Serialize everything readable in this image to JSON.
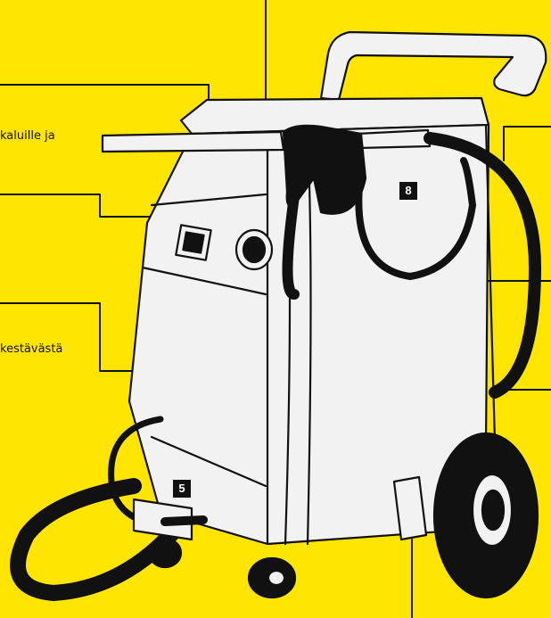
{
  "colors": {
    "background": "#FFE500",
    "machine": "#F2F2F2",
    "line": "#111111",
    "badge": "#111111"
  },
  "labels": {
    "top_left_text": "kaluille ja",
    "mid_left_text": "kestävästä"
  },
  "badges": {
    "badge_8": "8",
    "badge_5": "5"
  }
}
